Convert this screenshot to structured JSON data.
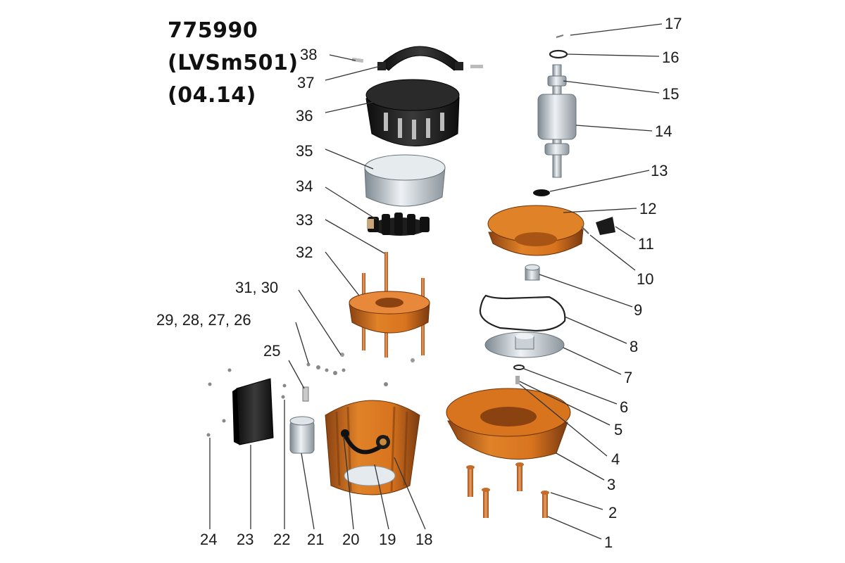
{
  "header": {
    "model_number": "775990",
    "model_code": "(LVSm501)",
    "revision": "(04.14)"
  },
  "callouts": [
    "1",
    "2",
    "3",
    "4",
    "5",
    "6",
    "7",
    "8",
    "9",
    "10",
    "11",
    "12",
    "13",
    "14",
    "15",
    "16",
    "17",
    "18",
    "19",
    "20",
    "21",
    "22",
    "23",
    "24",
    "25",
    "29, 28, 27, 26",
    "31, 30",
    "32",
    "33",
    "34",
    "35",
    "36",
    "37",
    "38"
  ],
  "colors": {
    "housing_orange": "#d8741e",
    "housing_dark": "#8a4211",
    "black_part": "#1b1b1b",
    "steel_light": "#cfd6dc",
    "steel_dark": "#7d8890"
  }
}
